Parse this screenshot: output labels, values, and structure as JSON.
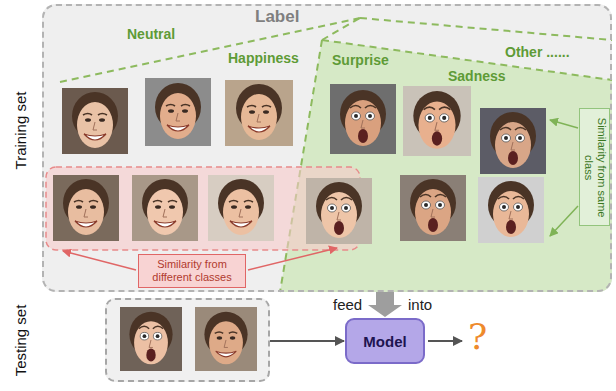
{
  "diagram": {
    "nodes": [
      {
        "text": [
          "Label",
          "Training set"
        ]
      },
      {
        "text": [
          "Similarity from different classes"
        ],
        "in": 0
      },
      {
        "text": [
          "Similarity from same class"
        ],
        "in": 0
      },
      {
        "text": [
          "Testing set"
        ]
      },
      {
        "text": [
          "Model"
        ]
      }
    ],
    "edges": [
      {
        "from": 0,
        "to": 4,
        "arrow": "to"
      },
      {
        "from": 3,
        "to": 4,
        "arrow": "to"
      }
    ],
    "labels": [
      "Neutral",
      "Happiness",
      "Surprise",
      "Sadness",
      "Other ......",
      "feed",
      "into",
      "?"
    ]
  }
}
